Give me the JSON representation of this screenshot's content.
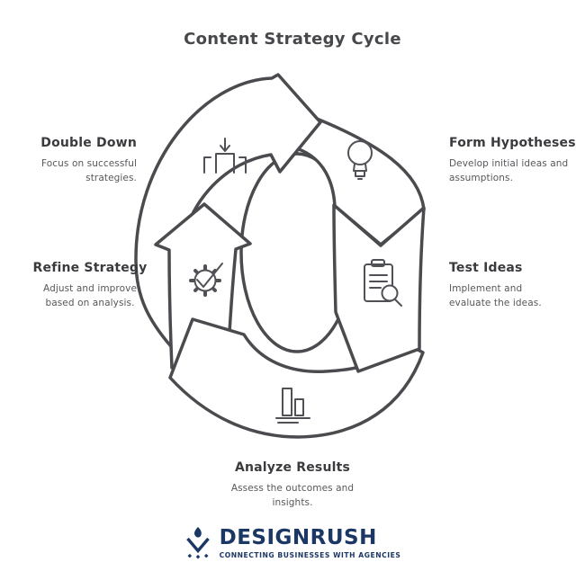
{
  "title": "Content Strategy Cycle",
  "stages": [
    {
      "id": "double-down",
      "title": "Double Down",
      "description": "Focus on successful strategies.",
      "icon": "arrow-into-bars-icon",
      "position": "top-left"
    },
    {
      "id": "form-hypotheses",
      "title": "Form Hypotheses",
      "description": "Develop initial ideas and assumptions.",
      "icon": "lightbulb-icon",
      "position": "top-right"
    },
    {
      "id": "refine-strategy",
      "title": "Refine Strategy",
      "description": "Adjust and improve based on analysis.",
      "icon": "gear-check-icon",
      "position": "middle-left"
    },
    {
      "id": "test-ideas",
      "title": "Test Ideas",
      "description": "Implement and evaluate the ideas.",
      "icon": "clipboard-search-icon",
      "position": "middle-right"
    },
    {
      "id": "analyze-results",
      "title": "Analyze Results",
      "description": "Assess the outcomes and insights.",
      "icon": "bar-chart-icon",
      "position": "bottom-center"
    }
  ],
  "diagram": {
    "type": "cycle",
    "direction": "clockwise",
    "segments": 4
  },
  "logo": {
    "name": "DESIGNRUSH",
    "tagline": "CONNECTING BUSINESSES WITH AGENCIES"
  },
  "colors": {
    "background": "#ffffff",
    "diagram_stroke": "#4a4b4e",
    "heading_text": "#3a3b3e",
    "body_text": "#56575b",
    "logo_navy": "#1b3764"
  }
}
